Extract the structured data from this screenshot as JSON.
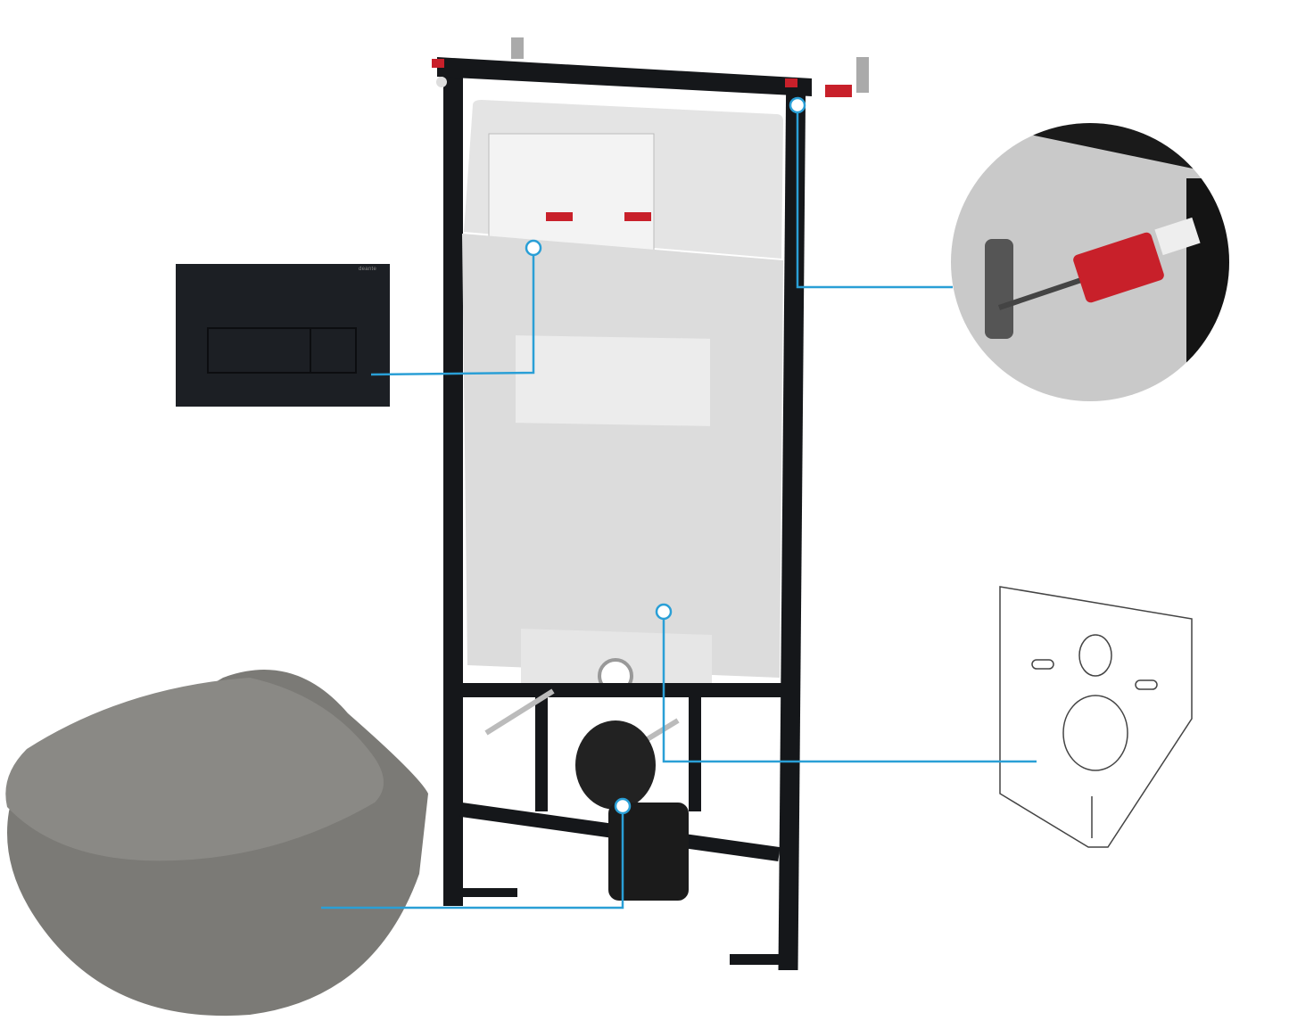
{
  "flush_plate": {
    "logo_text": "deante",
    "color": "#1c1f24"
  },
  "callout_color": "#2a9fd6",
  "frame_color": "#15171a",
  "accent_red": "#c8202a",
  "toilet_color": "#7b7a76",
  "components": [
    {
      "id": "flush-plate"
    },
    {
      "id": "installation-frame"
    },
    {
      "id": "wall-bracket"
    },
    {
      "id": "wall-hung-toilet"
    },
    {
      "id": "soundproof-mat"
    }
  ]
}
